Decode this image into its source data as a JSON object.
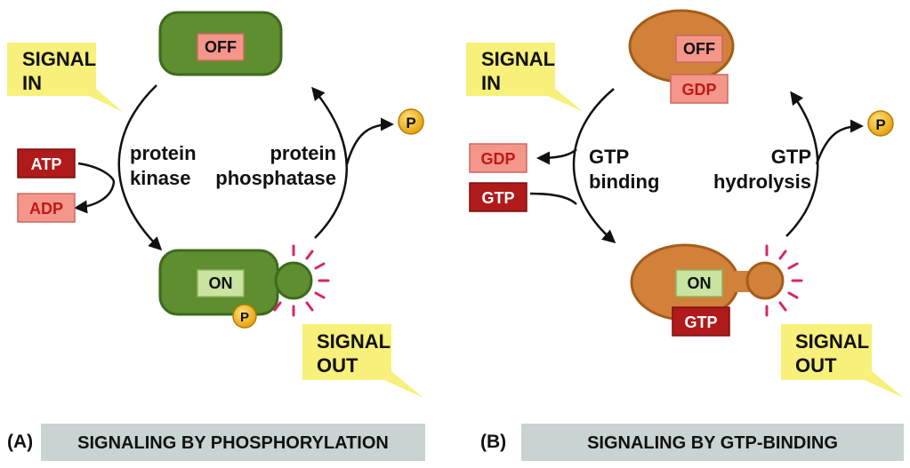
{
  "colors": {
    "green": "#5e8e2f",
    "green_dark": "#3e6a1c",
    "orange": "#d1813a",
    "orange_dark": "#a55c1a",
    "signal_yellow": "#f7f07a",
    "label_pink": "#f5968a",
    "label_red": "#b01a1a",
    "on_green": "#c9e3a0",
    "phosphate": "#f2b416",
    "glow": "#d8246a",
    "caption_bg": "#c9d3d1"
  },
  "panel_a": {
    "panel_label": "(A)",
    "caption": "SIGNALING BY PHOSPHORYLATION",
    "signal_in": [
      "SIGNAL",
      "IN"
    ],
    "signal_out": [
      "SIGNAL",
      "OUT"
    ],
    "off_label": "OFF",
    "on_label": "ON",
    "left_enzyme": [
      "protein",
      "kinase"
    ],
    "right_enzyme": [
      "protein",
      "phosphatase"
    ],
    "atp_label": "ATP",
    "adp_label": "ADP",
    "phosphate_label": "P"
  },
  "panel_b": {
    "panel_label": "(B)",
    "caption": "SIGNALING BY GTP-BINDING",
    "signal_in": [
      "SIGNAL",
      "IN"
    ],
    "signal_out": [
      "SIGNAL",
      "OUT"
    ],
    "off_label": "OFF",
    "on_label": "ON",
    "off_nucleotide": "GDP",
    "on_nucleotide": "GTP",
    "left_process": [
      "GTP",
      "binding"
    ],
    "right_process": [
      "GTP",
      "hydrolysis"
    ],
    "gdp_label": "GDP",
    "gtp_label": "GTP",
    "phosphate_label": "P"
  }
}
